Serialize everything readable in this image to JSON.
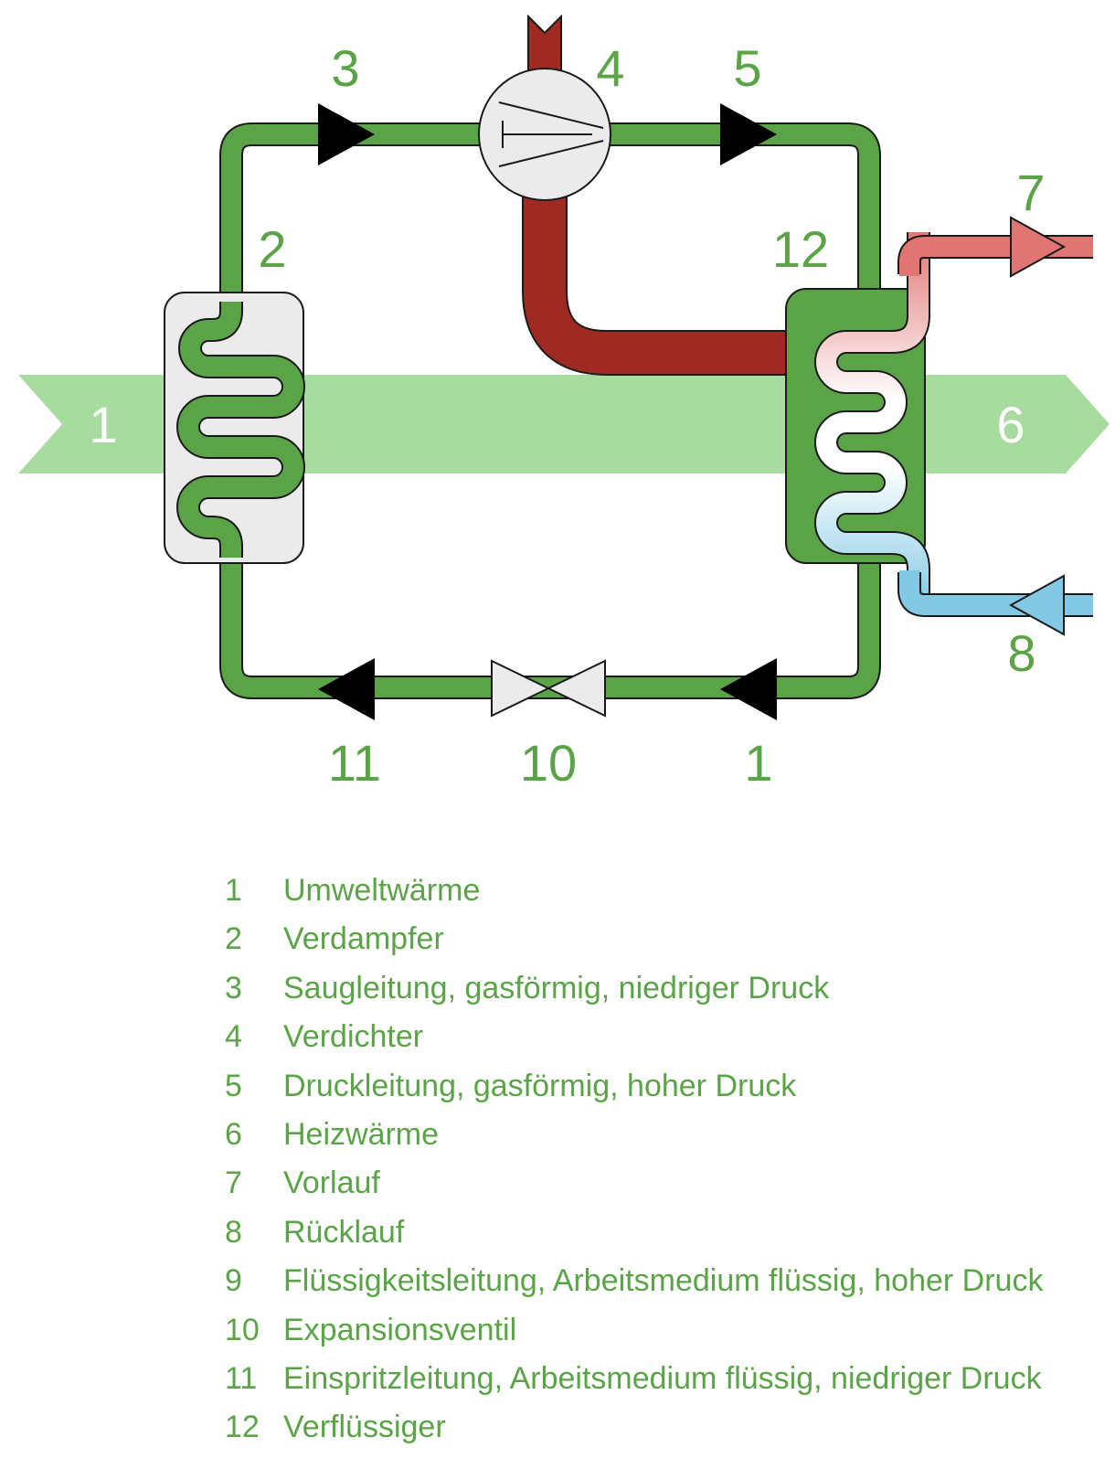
{
  "colors": {
    "pipe_green": "#5aa447",
    "pipe_outline": "#1a1a1a",
    "heat_band": "#a8dba0",
    "hot_line": "#9e2a22",
    "supply": "#e07673",
    "return": "#83c9e6",
    "label": "#5aa447",
    "component_gray": "#ebebeb"
  },
  "diagram_labels": {
    "env_heat": "1",
    "evaporator": "2",
    "suction_line": "3",
    "compressor": "4",
    "pressure_line": "5",
    "heating_heat": "6",
    "supply": "7",
    "return": "8",
    "liquid_line": "1",
    "expansion_valve": "10",
    "injection_line": "11",
    "condenser": "12"
  },
  "legend": [
    {
      "num": "1",
      "text": "Umweltwärme"
    },
    {
      "num": "2",
      "text": "Verdampfer"
    },
    {
      "num": "3",
      "text": "Saugleitung, gasförmig, niedriger Druck"
    },
    {
      "num": "4",
      "text": "Verdichter"
    },
    {
      "num": "5",
      "text": "Druckleitung, gasförmig, hoher Druck"
    },
    {
      "num": "6",
      "text": "Heizwärme"
    },
    {
      "num": "7",
      "text": "Vorlauf"
    },
    {
      "num": "8",
      "text": "Rücklauf"
    },
    {
      "num": "9",
      "text": "Flüssigkeitsleitung, Arbeitsmedium flüssig, hoher Druck"
    },
    {
      "num": "10",
      "text": "Expansionsventil"
    },
    {
      "num": "11",
      "text": "Einspritzleitung, Arbeitsmedium flüssig, niedriger Druck"
    },
    {
      "num": "12",
      "text": "Verflüssiger"
    }
  ]
}
